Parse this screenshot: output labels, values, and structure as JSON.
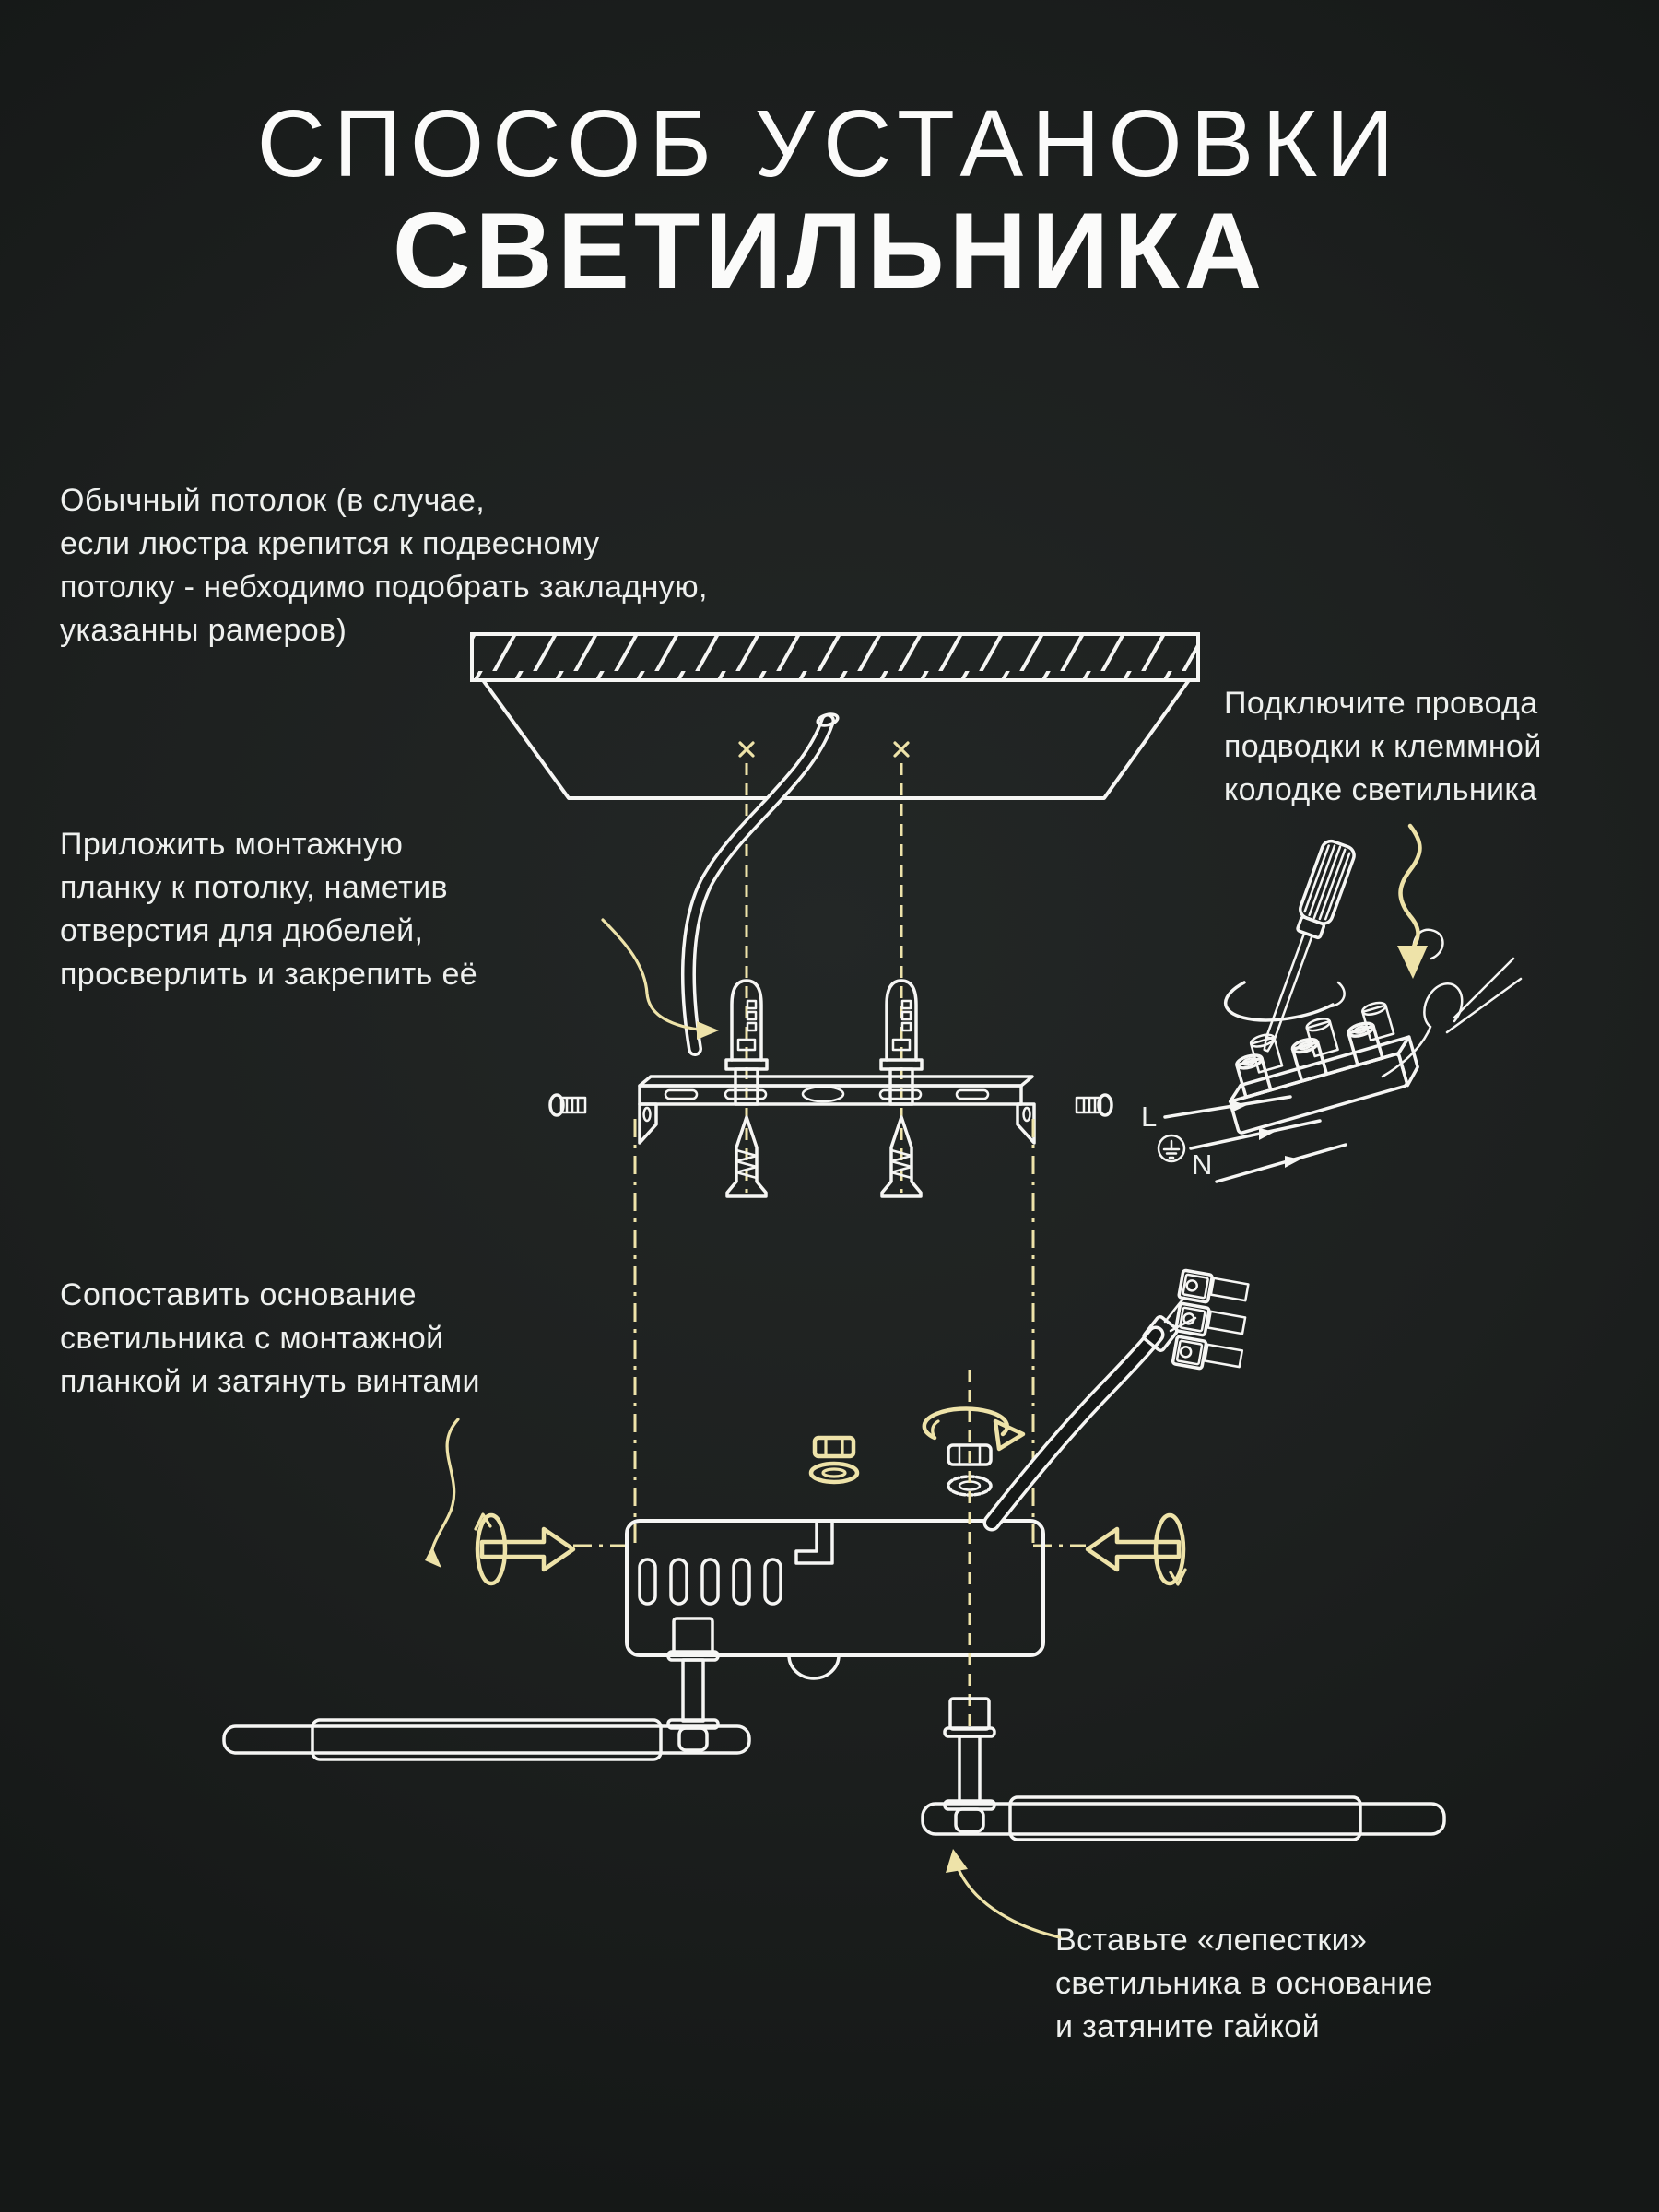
{
  "colors": {
    "background": "#1d201f",
    "text": "#eef0ee",
    "line_art": "#f6f6f4",
    "accent_yellow": "#eee3a9"
  },
  "title": {
    "line1": "СПОСОБ УСТАНОВКИ",
    "line2": "СВЕТИЛЬНИКА"
  },
  "notes": {
    "ceiling": "Обычный потолок (в случае,\nесли люстра крепится к подвесному\nпотолку - небходимо подобрать закладную,\nуказанны рамеров)",
    "bracket": "Приложить монтажную\nпланку к потолку, наметив\nотверстия для дюбелей,\nпросверлить и закрепить её",
    "wiring": "Подключите провода\nподводки к клеммной\nколодке светильника",
    "base": "Сопоставить основание\nсветильника с монтажной\nпланкой и затянуть винтами",
    "petals": "Вставьте «лепестки»\nсветильника в основание\nи затяните гайкой"
  },
  "wire_labels": {
    "live": "L",
    "neutral": "N"
  }
}
